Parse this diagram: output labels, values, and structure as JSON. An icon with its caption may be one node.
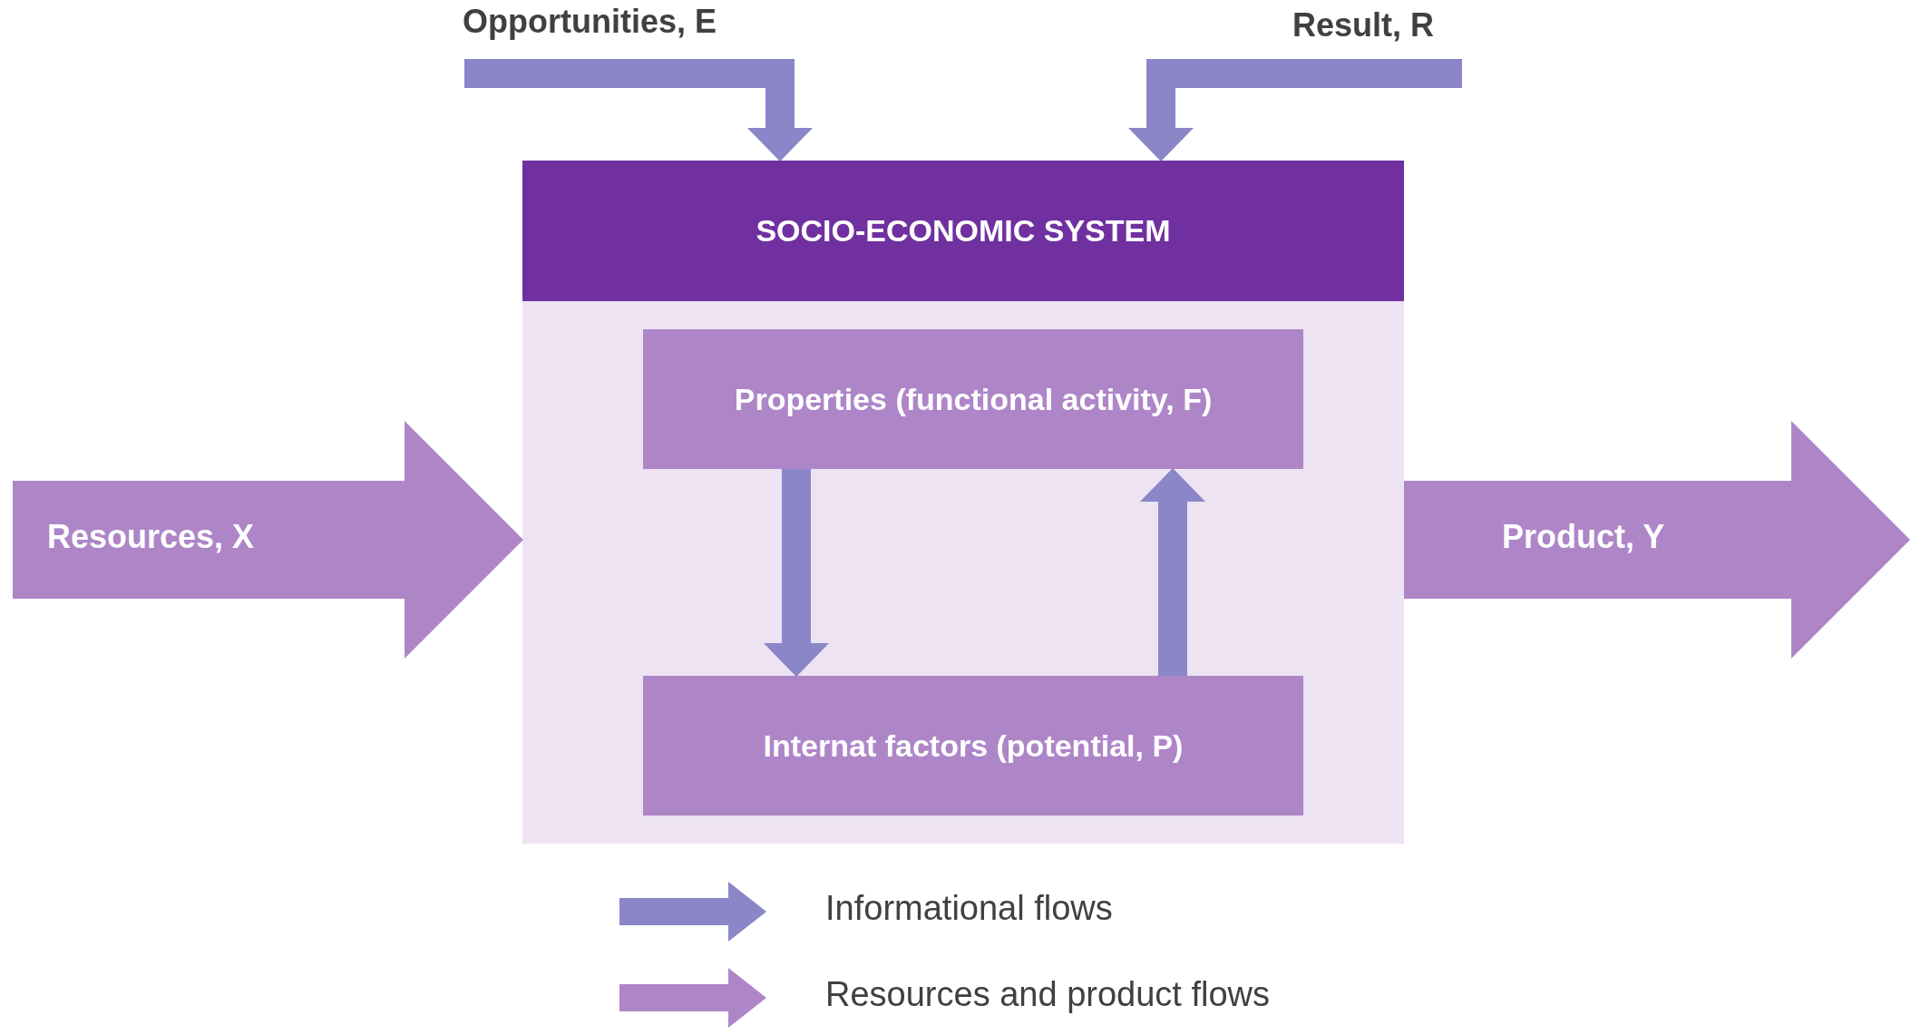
{
  "diagram": {
    "nodes": [
      {
        "text": [
          "SOCIO-ECONOMIC SYSTEM"
        ]
      },
      {
        "text": [
          "Properties (functional activity, F)"
        ],
        "in": 0
      },
      {
        "text": [
          "Internat factors (potential, P)"
        ],
        "in": 0
      }
    ],
    "edges": [
      {
        "from": null,
        "to": 0,
        "arrow": "to",
        "label": "Opportunities, E"
      },
      {
        "from": null,
        "to": 0,
        "arrow": "to",
        "label": "Result, R"
      },
      {
        "from": null,
        "to": 0,
        "arrow": "to",
        "label": "Resources, X",
        "style": "thick",
        "color": "#ae86c8"
      },
      {
        "from": 0,
        "to": null,
        "arrow": "to",
        "label": "Product, Y",
        "style": "thick",
        "color": "#ae86c8"
      },
      {
        "from": 1,
        "to": 2,
        "arrow": "to"
      },
      {
        "from": 2,
        "to": 1,
        "arrow": "to"
      }
    ],
    "legend": [
      {
        "text": "Informational flows",
        "color": "#8a86c8"
      },
      {
        "text": "Resources and product flows",
        "color": "#ae86c8"
      }
    ]
  }
}
